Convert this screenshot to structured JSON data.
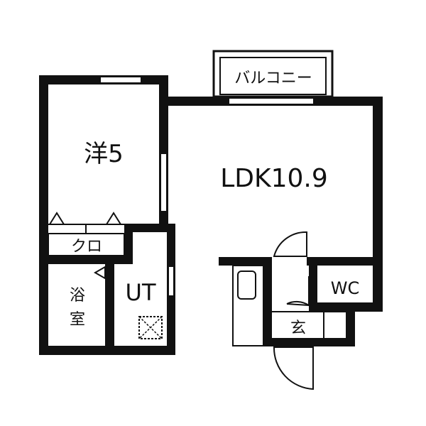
{
  "rooms": {
    "western": "洋5",
    "ldk": "LDK10.9",
    "balcony": "バルコニー",
    "closet": "クロ",
    "bath_line1": "浴",
    "bath_line2": "室",
    "utility": "UT",
    "toilet": "WC",
    "entrance": "玄"
  },
  "colors": {
    "wall": "#111111",
    "background": "#ffffff"
  }
}
